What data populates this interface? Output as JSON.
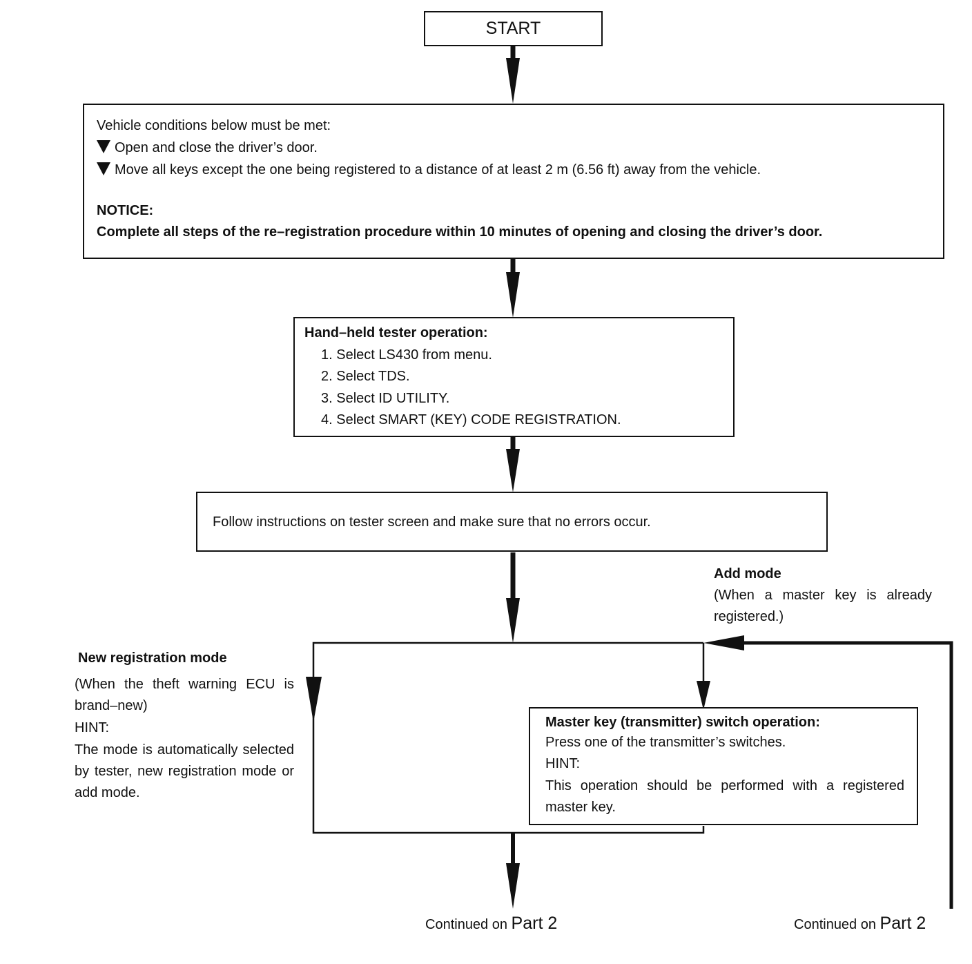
{
  "start": {
    "label": "START"
  },
  "conditions": {
    "intro": "Vehicle conditions below must be met:",
    "bullets": [
      "Open and close the driver’s door.",
      "Move all keys except the one being registered to a distance of at least 2 m (6.56 ft) away from the vehicle."
    ],
    "notice_title": "NOTICE:",
    "notice_text": "Complete all steps of the re–registration procedure within 10 minutes of opening and closing the driver’s door."
  },
  "tester": {
    "title": "Hand–held tester operation:",
    "steps": [
      "1. Select LS430 from menu.",
      "2. Select TDS.",
      "3. Select ID UTILITY.",
      "4. Select SMART (KEY) CODE REGISTRATION."
    ]
  },
  "follow": {
    "text": "Follow instructions on tester screen and make sure that no errors occur."
  },
  "add_mode": {
    "title": "Add mode",
    "text": "(When a master key is already registered.)"
  },
  "new_mode": {
    "title": "New registration mode",
    "text": "(When the theft warning ECU is brand–new)",
    "hint_label": "HINT:",
    "hint_text": "The mode is automatically selected by tester, new registration mode or add mode."
  },
  "master_key": {
    "title": "Master key (transmitter) switch operation:",
    "text": "Press one of the transmitter’s switches.",
    "hint_label": "HINT:",
    "hint_text": "This operation should be performed with a registered master key."
  },
  "continued": [
    {
      "prefix": "Continued on",
      "part": "Part 2"
    },
    {
      "prefix": "Continued on",
      "part": "Part 2"
    }
  ]
}
